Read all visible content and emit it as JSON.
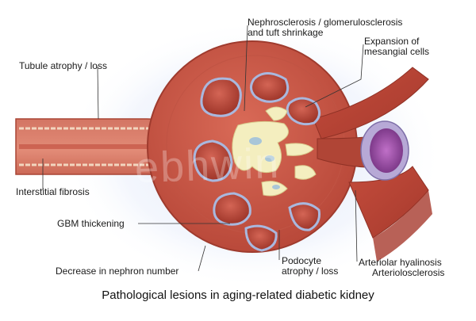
{
  "labels": {
    "nephrosclerosis": "Nephrosclerosis / glomerulosclerosis",
    "tuft_shrinkage": "and tuft shrinkage",
    "mesangial_line1": "Expansion of",
    "mesangial_line2": "mesangial cells",
    "tubule_atrophy": "Tubule atrophy / loss",
    "interstitial_fibrosis": "Interstitial fibrosis",
    "gbm_thickening": "GBM thickening",
    "nephron_decrease": "Decrease in nephron number",
    "podocyte_line1": "Podocyte",
    "podocyte_line2": "atrophy / loss",
    "arteriolar_hyalinosis": "Arteriolar hyalinosis",
    "arteriolosclerosis": "Arteriolosclerosis"
  },
  "caption": "Pathological lesions in aging-related diabetic kidney",
  "colors": {
    "tissue": "#c9584a",
    "tissue_dark": "#a8402f",
    "capillary_fill": "#b8463a",
    "mesangium": "#f4eebf",
    "podocyte_blue": "#a9b8de",
    "glow": "#dbe4f7"
  }
}
